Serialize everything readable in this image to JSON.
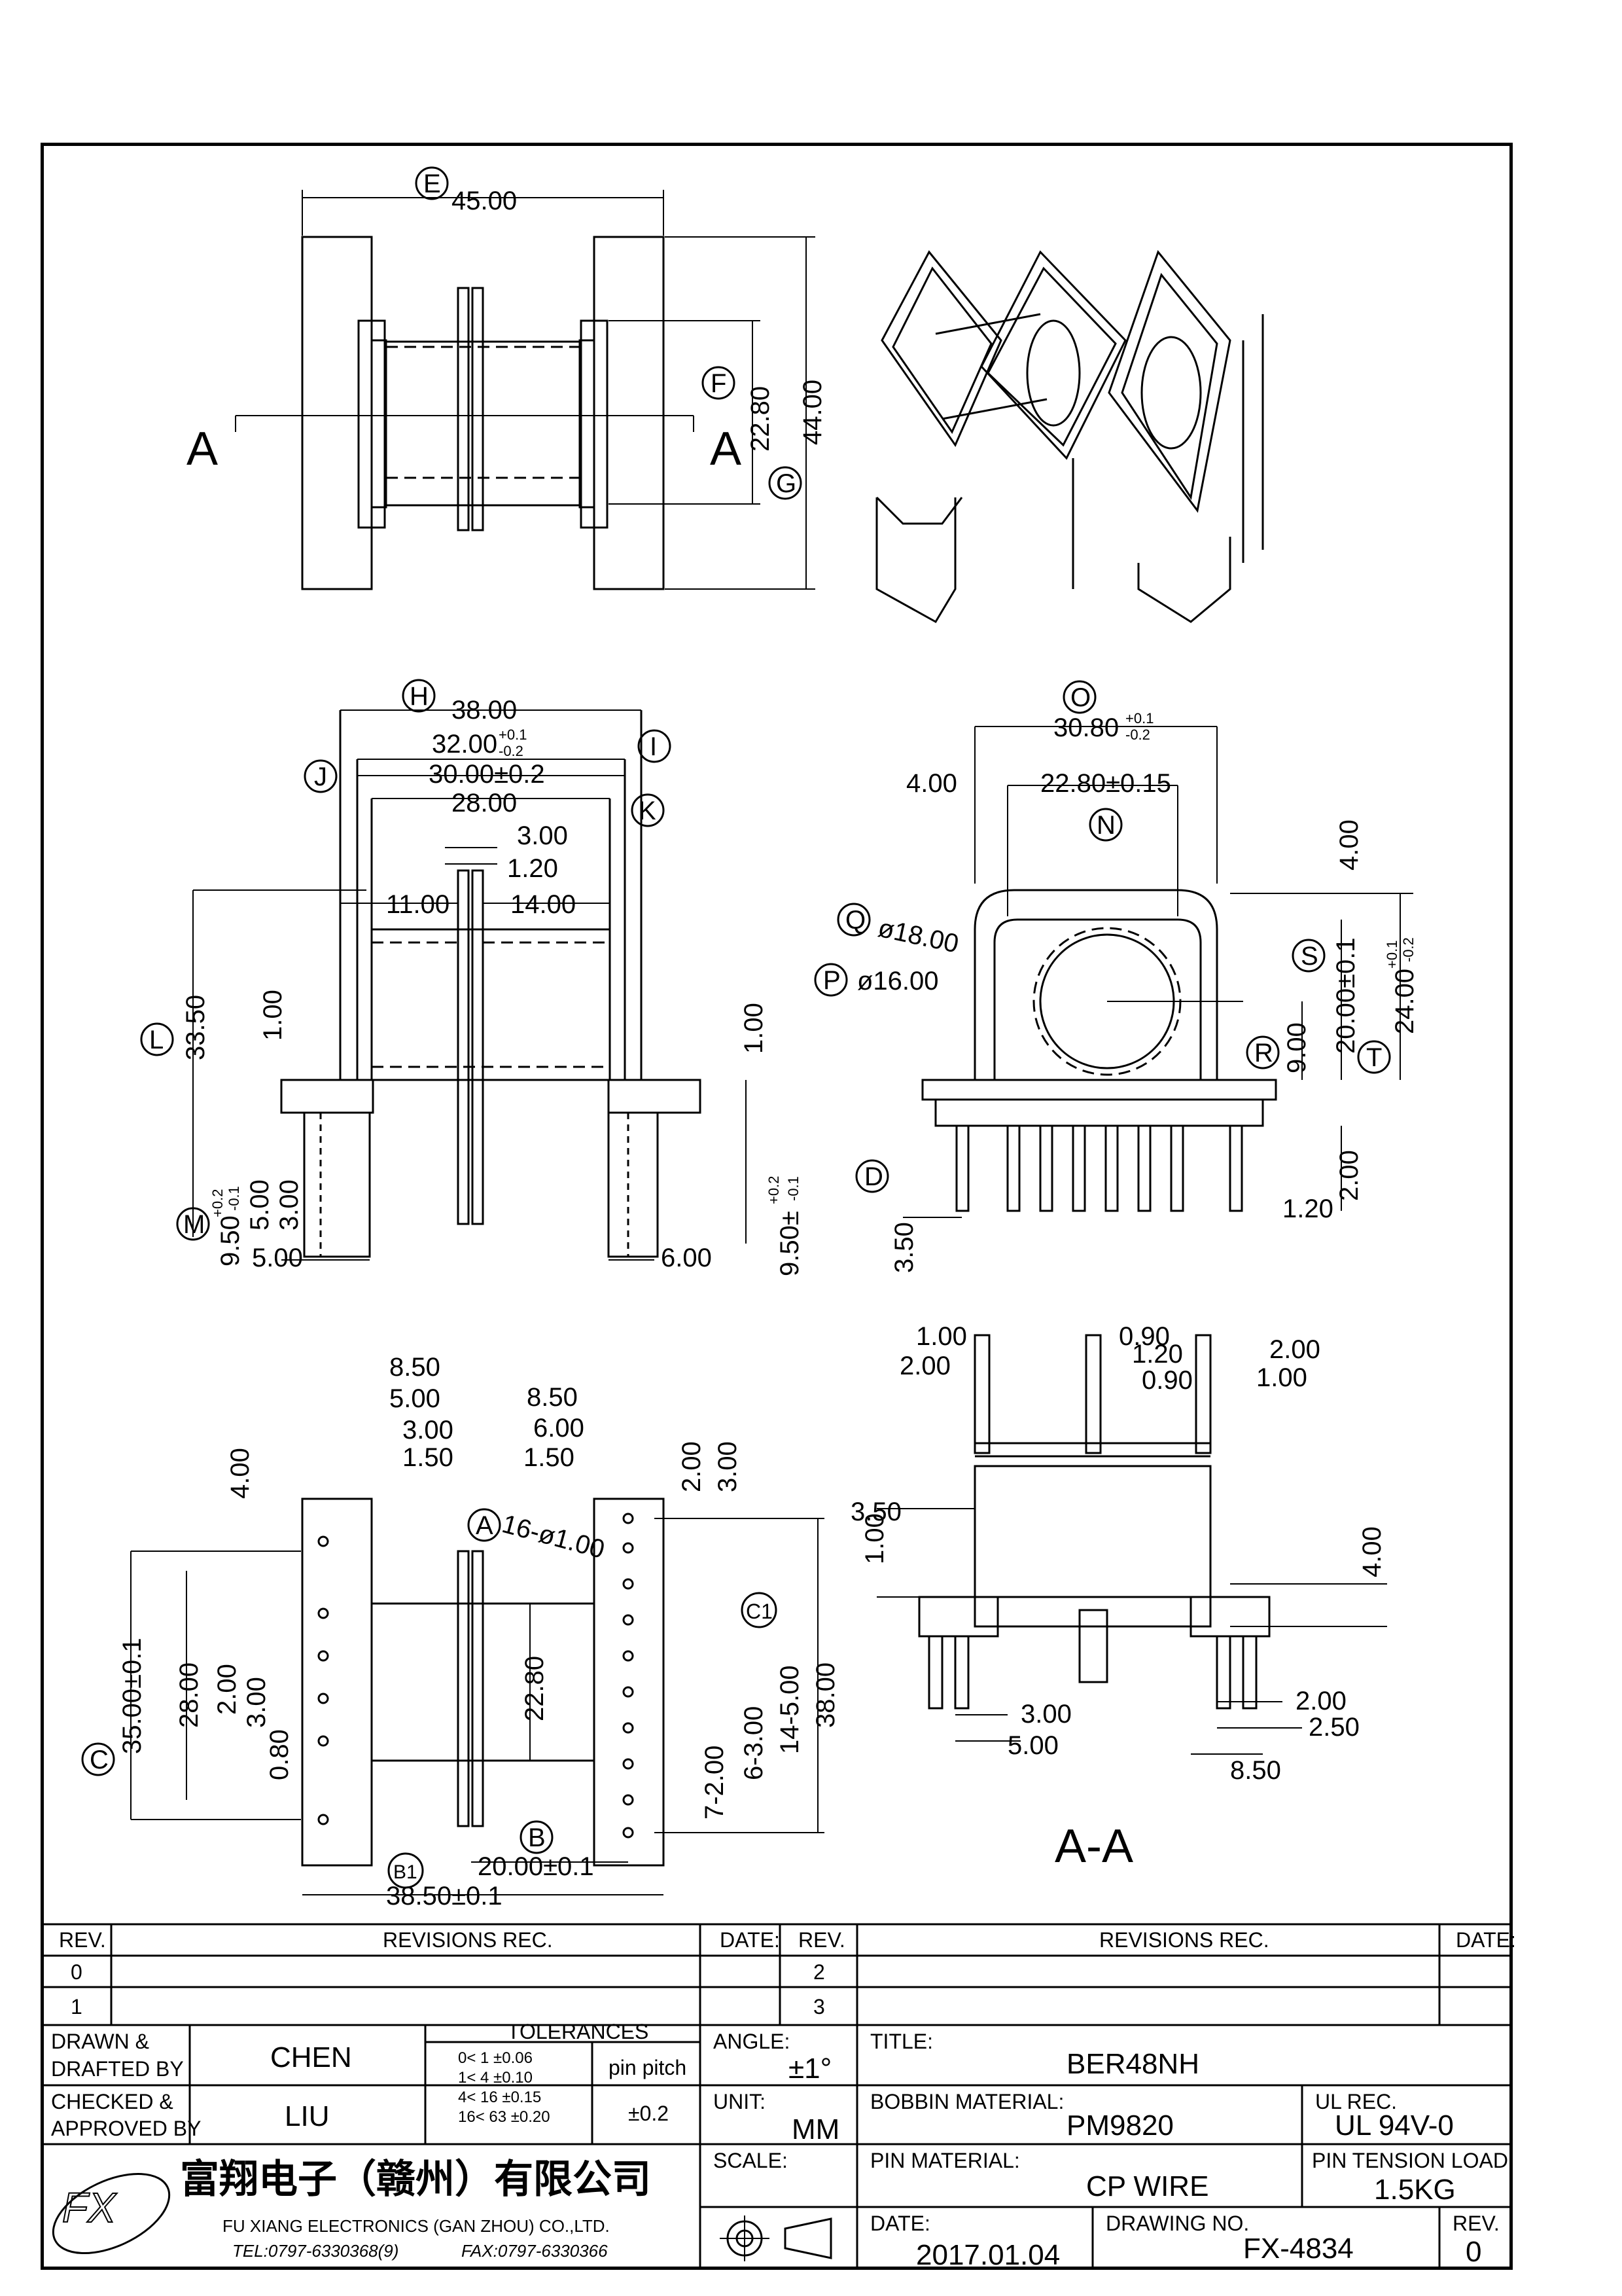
{
  "view_letters": {
    "a_left": "A",
    "a_right": "A",
    "section": "A-A"
  },
  "top_view": {
    "E": "E",
    "E_val": "45.00",
    "F": "F",
    "F_val": "22.80",
    "G": "G",
    "G_val": "44.00"
  },
  "front_view": {
    "H": "H",
    "H_val": "38.00",
    "I": "I",
    "I_val": "32.00",
    "I_tol_up": "+0.1",
    "I_tol_dn": "-0.2",
    "J": "J",
    "J_val": "30.00±0.2",
    "K": "K",
    "K_val": "28.00",
    "d_300": "3.00",
    "d_120": "1.20",
    "d_1100": "11.00",
    "d_1400": "14.00",
    "L": "L",
    "L_val": "33.50",
    "d_100a": "1.00",
    "d_100b": "1.00",
    "M": "M",
    "M_val": "9.50",
    "M_tol_up": "+0.2",
    "M_tol_dn": "-0.1",
    "d_500a": "5.00",
    "d_300b": "3.00",
    "d_500b": "5.00",
    "d_600": "6.00",
    "right_val": "9.50±",
    "right_tol_up": "+0.2",
    "right_tol_dn": "-0.1"
  },
  "side_view": {
    "O": "O",
    "O_val": "30.80",
    "O_tol_up": "+0.1",
    "O_tol_dn": "-0.2",
    "d_400a": "4.00",
    "N": "N",
    "N_val": "22.80±0.15",
    "d_400b": "4.00",
    "Q": "Q",
    "Q_val": "ø18.00",
    "P": "P",
    "P_val": "ø16.00",
    "S": "S",
    "S_val": "20.00±0.1",
    "T": "T",
    "T_val": "24.00",
    "T_tol_up": "+0.1",
    "T_tol_dn": "-0.2",
    "R": "R",
    "R_val": "9.00",
    "D": "D",
    "d_350": "3.50",
    "d_200": "2.00",
    "d_120": "1.20"
  },
  "bottom_view": {
    "d_850a": "8.50",
    "d_500a": "5.00",
    "d_300a": "3.00",
    "d_150a": "1.50",
    "d_400": "4.00",
    "d_850b": "8.50",
    "d_600": "6.00",
    "d_150b": "1.50",
    "d_200a": "2.00",
    "d_300b": "3.00",
    "A": "A",
    "A_val": "16-ø1.00",
    "C1": "C1",
    "C": "C",
    "C_val": "35.00±0.1",
    "d_2800": "28.00",
    "d_200b": "2.00",
    "d_300c": "3.00",
    "d_080": "0.80",
    "d_2280": "22.80",
    "d_1450": "14-5.00",
    "d_3800": "38.00",
    "d_6300": "6-3.00",
    "d_7200": "7-2.00",
    "B": "B",
    "B_val": "20.00±0.1",
    "B1": "B1",
    "B1_val": "38.50±0.1"
  },
  "section_view": {
    "d_100a": "1.00",
    "d_200a": "2.00",
    "d_090a": "0.90",
    "d_120": "1.20",
    "d_090b": "0.90",
    "d_200b": "2.00",
    "d_100b": "1.00",
    "d_350": "3.50",
    "d_100c": "1.00",
    "d_400": "4.00",
    "d_300": "3.00",
    "d_500": "5.00",
    "d_200c": "2.00",
    "d_250": "2.50",
    "d_850": "8.50"
  },
  "title_block": {
    "rev_h1": "REV.",
    "revisions_h1": "REVISIONS   REC.",
    "date_h1": "DATE:",
    "rev_h2": "REV.",
    "revisions_h2": "REVISIONS   REC.",
    "date_h2": "DATE:",
    "rev0": "0",
    "rev1": "1",
    "rev2": "2",
    "rev3": "3",
    "drawn_label_1": "DRAWN &",
    "drawn_label_2": "DRAFTED BY",
    "drawn_value": "CHEN",
    "checked_label_1": "CHECKED &",
    "checked_label_2": "APPROVED BY",
    "checked_value": "LIU",
    "tolerances_title": "TOLERANCES",
    "tolerances": [
      "0<   1   ±0.06",
      "1<   4   ±0.10",
      "4<  16  ±0.15",
      "16<  63  ±0.20"
    ],
    "pin_pitch_label_1": "pin  pitch",
    "pin_pitch_value": "±0.2",
    "angle_label": "ANGLE:",
    "angle_value": "±1°",
    "unit_label": "UNIT:",
    "unit_value": "MM",
    "scale_label": "SCALE:",
    "title_label": "TITLE:",
    "title_value": "BER48NH",
    "bobbin_label": "BOBBIN MATERIAL:",
    "bobbin_value": "PM9820",
    "ul_label": "UL REC.",
    "ul_value": "UL 94V-0",
    "pin_material_label": "PIN MATERIAL:",
    "pin_material_value": "CP WIRE",
    "pin_tension_label": "PIN TENSION LOAD:",
    "pin_tension_value": "1.5KG",
    "date_label": "DATE:",
    "date_value": "2017.01.04",
    "drawing_label": "DRAWING NO.",
    "drawing_value": "FX-4834",
    "rev_label": "REV.",
    "rev_value": "0",
    "company_cn": "富翔电子（赣州）有限公司",
    "company_en": "FU XIANG ELECTRONICS (GAN ZHOU) CO.,LTD.",
    "tel": "TEL:0797-6330368(9)",
    "fax": "FAX:0797-6330366",
    "logo_text": "FX"
  }
}
